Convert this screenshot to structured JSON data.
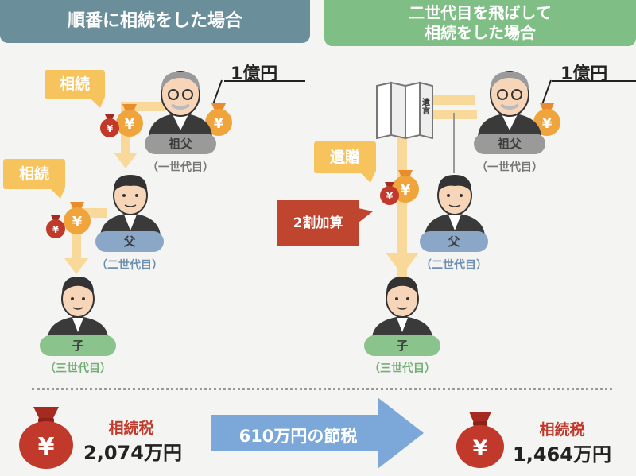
{
  "left_panel": {
    "header": "順番に相続をした場合",
    "amount": "1億円",
    "bubble1": "相続",
    "bubble2": "相続",
    "grandfather_label": "祖父",
    "grandfather_gen": "（一世代目）",
    "father_label": "父",
    "father_gen": "（二世代目）",
    "child_label": "子",
    "child_gen": "（三世代目）"
  },
  "right_panel": {
    "header_line1": "二世代目を飛ばして",
    "header_line2": "相続をした場合",
    "amount": "1億円",
    "bubble": "遺贈",
    "tag": "2割加算",
    "will_text": "遺言",
    "grandfather_label": "祖父",
    "grandfather_gen": "（一世代目）",
    "father_label": "父",
    "father_gen": "（二世代目）",
    "child_label": "子",
    "child_gen": "（三世代目）"
  },
  "summary": {
    "left_tax_label": "相続税",
    "left_tax_value": "2,074万円",
    "savings": "610万円の節税",
    "right_tax_label": "相続税",
    "right_tax_value": "1,464万円"
  },
  "colors": {
    "left_header": "#6b8f9a",
    "right_header": "#7fbf86",
    "bubble": "#f7c35d",
    "tag": "#c0452f",
    "gf_pill": "#9a9a9a",
    "father_pill": "#8aa7c8",
    "child_pill": "#8bc38c",
    "savings_arrow": "#7ba8d8"
  }
}
